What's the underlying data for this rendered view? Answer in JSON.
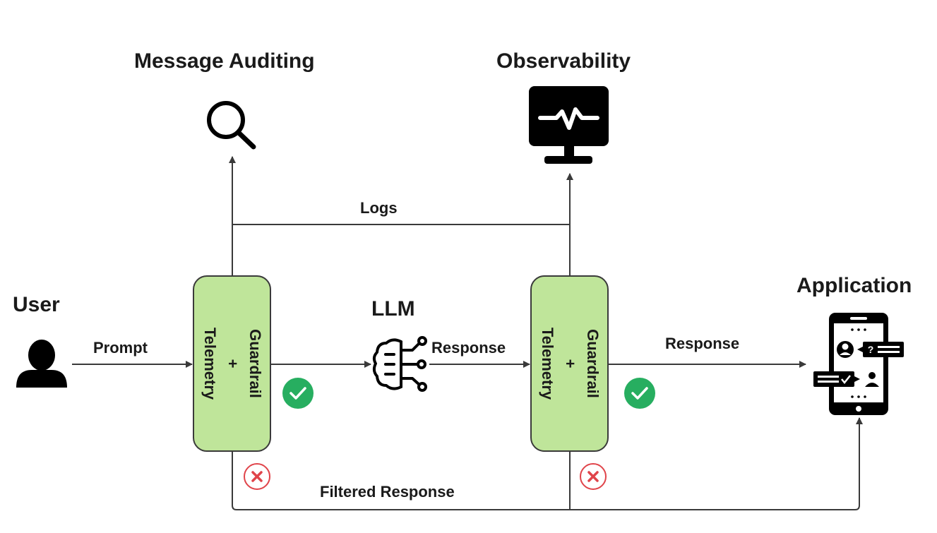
{
  "labels": {
    "message_auditing": "Message Auditing",
    "observability": "Observability",
    "user": "User",
    "llm": "LLM",
    "application": "Application",
    "logs": "Logs",
    "prompt": "Prompt",
    "response_llm": "Response",
    "response_app": "Response",
    "filtered_response": "Filtered Response"
  },
  "guardrail_boxes": [
    {
      "line1": "Guardrail",
      "line2": "+",
      "line3": "Telemetry"
    },
    {
      "line1": "Guardrail",
      "line2": "+",
      "line3": "Telemetry"
    }
  ],
  "icons": {
    "auditing": "magnifier-icon",
    "observability": "monitor-heartbeat-icon",
    "user": "user-silhouette-icon",
    "llm": "ai-brain-circuit-icon",
    "application": "mobile-chat-icon",
    "pass": "check-circle-icon",
    "fail": "x-circle-icon"
  },
  "colors": {
    "box_fill": "#bfe59a",
    "check_green": "#27ae60",
    "fail_red": "#e0444a",
    "line": "#3a3a3a"
  }
}
